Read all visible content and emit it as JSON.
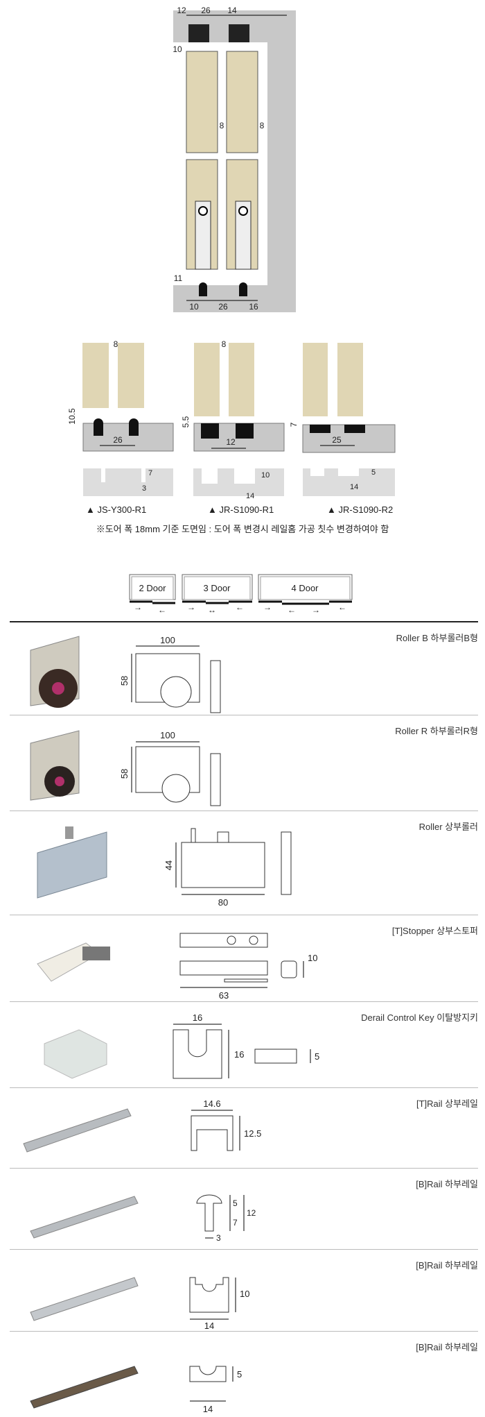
{
  "top_diagram": {
    "top_dims": [
      "12",
      "26",
      "14"
    ],
    "upper_left_dim": "10",
    "gap_dims": [
      "8",
      "8"
    ],
    "lower_left_dim": "11",
    "bottom_dims": [
      "10",
      "26",
      "16"
    ]
  },
  "rail_sections": [
    {
      "label": "▲ JS-Y300-R1",
      "gap": "8",
      "height": "10.5",
      "spacing": "26",
      "groove_a": "7",
      "groove_b": "3"
    },
    {
      "label": "▲ JR-S1090-R1",
      "gap": "8",
      "height": "5.5",
      "spacing": "12",
      "groove_a": "10",
      "groove_b": "14"
    },
    {
      "label": "▲ JR-S1090-R2",
      "height": "7",
      "spacing": "25",
      "groove_a": "5",
      "groove_b": "14"
    }
  ],
  "note": "※도어 폭 18mm 기준 도면임 : 도어 폭 변경시 레일홈 가공 칫수 변경하여야 함",
  "door_types": [
    "2 Door",
    "3 Door",
    "4 Door"
  ],
  "products": [
    {
      "title": "Roller B 하부롤러B형",
      "dims": [
        "100",
        "58"
      ]
    },
    {
      "title": "Roller R 하부롤러R형",
      "dims": [
        "100",
        "58"
      ]
    },
    {
      "title": "Roller 상부롤러",
      "dims": [
        "44",
        "80"
      ]
    },
    {
      "title": "[T]Stopper 상부스토퍼",
      "dims": [
        "10",
        "63"
      ]
    },
    {
      "title": "Derail Control Key 이탈방지키",
      "dims": [
        "16",
        "16",
        "5"
      ]
    },
    {
      "title": "[T]Rail 상부레일",
      "dims": [
        "14.6",
        "12.5"
      ]
    },
    {
      "title": "[B]Rail 하부레일",
      "dims": [
        "5",
        "12",
        "7",
        "3"
      ]
    },
    {
      "title": "[B]Rail 하부레일",
      "dims": [
        "10",
        "14"
      ]
    },
    {
      "title": "[B]Rail 하부레일",
      "dims": [
        "5",
        "14"
      ]
    }
  ],
  "colors": {
    "door": "#e0d6b4",
    "wall": "#c8c8c8",
    "metal": "#b8b8b0",
    "rail": "#b0b4b8"
  }
}
